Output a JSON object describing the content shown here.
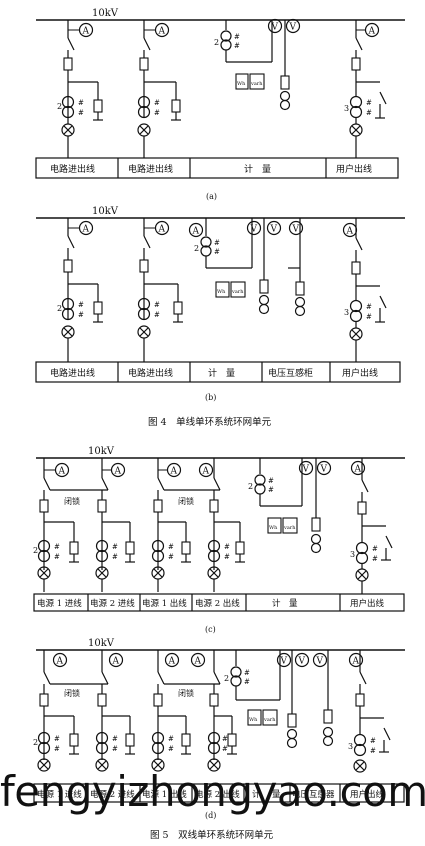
{
  "diagrams": [
    {
      "id": "a",
      "bus_label": "10kV",
      "sub_label": "(a)",
      "panels": [
        "电路进出线",
        "电路进出线",
        "计　量",
        "用户出线"
      ]
    },
    {
      "id": "b",
      "bus_label": "10kV",
      "sub_label": "(b)",
      "panels": [
        "电路进出线",
        "电路进出线",
        "计　量",
        "电压互感柜",
        "用户出线"
      ]
    },
    {
      "id": "c",
      "bus_label": "10kV",
      "sub_label": "(c)",
      "panels": [
        "电源 1 进线",
        "电源 2 进线",
        "电源 1 出线",
        "电源 2 出线",
        "计　量",
        "用户出线"
      ]
    },
    {
      "id": "d",
      "bus_label": "10kV",
      "sub_label": "(d)",
      "panels": [
        "电源 1 进线",
        "电源 2 进线",
        "电源 1 出线",
        "电源 2 出线",
        "计",
        "量",
        "电压互感器",
        "用户出线"
      ]
    }
  ],
  "figure_captions": {
    "fig4": "图 4　单线单环系统环网单元",
    "fig5": "图 5　双线单环系统环网单元"
  },
  "symbols": {
    "ammeter": "A",
    "voltmeter": "V",
    "lock_label": "闭锁",
    "wh": "Wh",
    "varh": "varh",
    "ct_count_2": "2",
    "ct_count_3": "3"
  },
  "watermark": "fengyizhongyao.com"
}
